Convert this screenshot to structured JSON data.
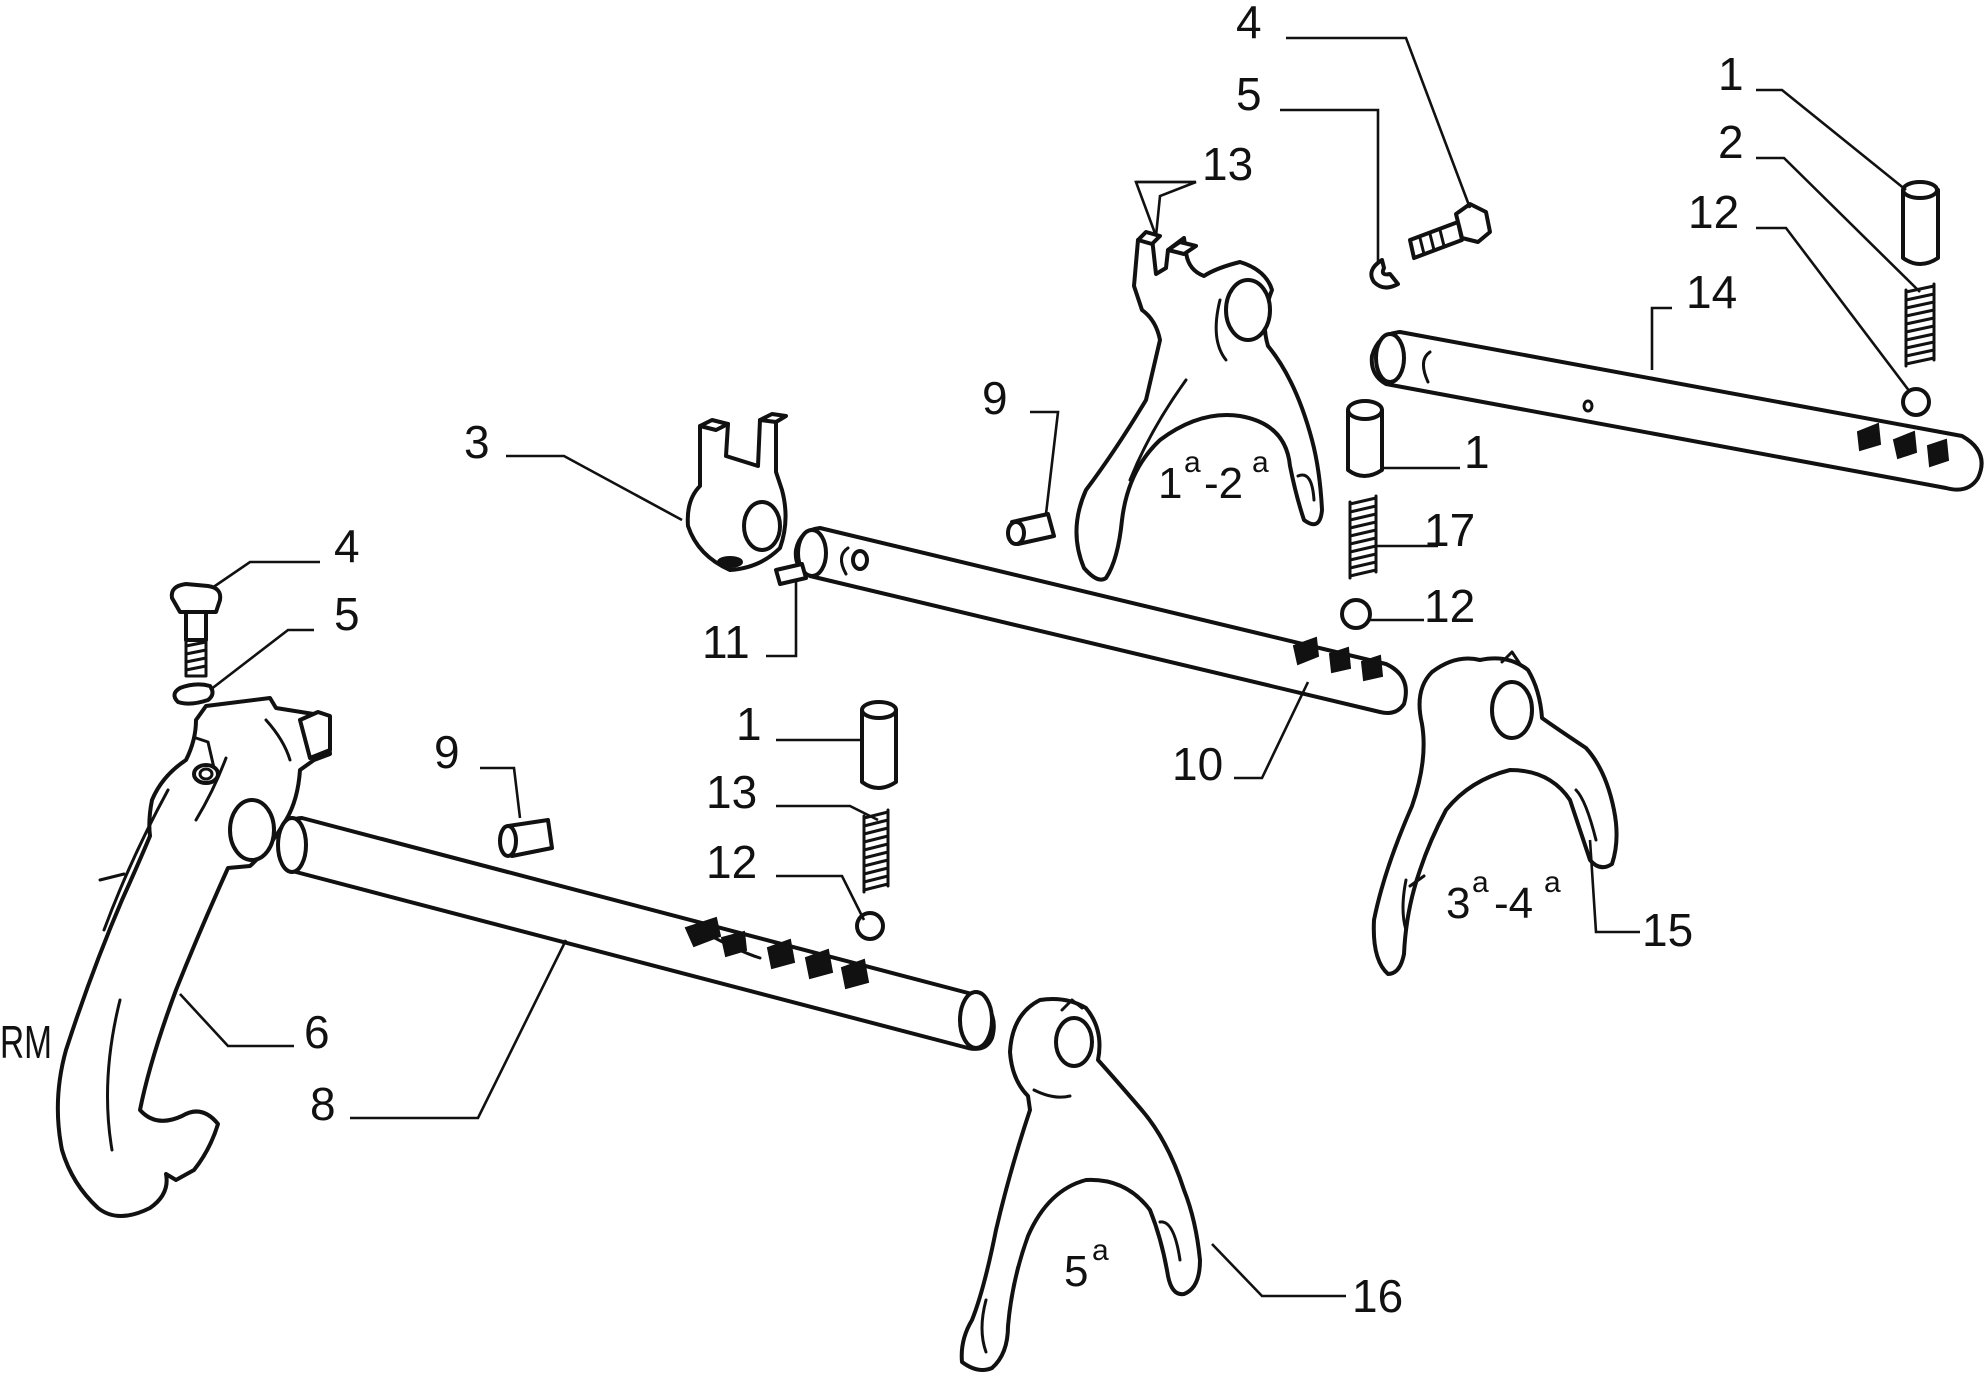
{
  "callouts": {
    "c4_top": "4",
    "c5_top": "5",
    "c13_top": "13",
    "c1_tr": "1",
    "c2_tr": "2",
    "c12_tr": "12",
    "c14": "14",
    "c9_mid": "9",
    "c3": "3",
    "c1_mid": "1",
    "c17": "17",
    "c12_mid": "12",
    "c11": "11",
    "c10": "10",
    "c4_left": "4",
    "c5_left": "5",
    "c1_low": "1",
    "c9_low": "9",
    "c13_low": "13",
    "c12_low": "12",
    "c15": "15",
    "c6": "6",
    "c8": "8",
    "c16": "16"
  },
  "text_labels": {
    "rm": "RM"
  },
  "fork_labels": {
    "f12_main1": "1",
    "f12_sup1": "a",
    "f12_dash": "-2",
    "f12_sup2": "a",
    "f34_main1": "3",
    "f34_sup1": "a",
    "f34_dash": "-4",
    "f34_sup2": "a",
    "f5_main": "5",
    "f5_sup": "a"
  }
}
